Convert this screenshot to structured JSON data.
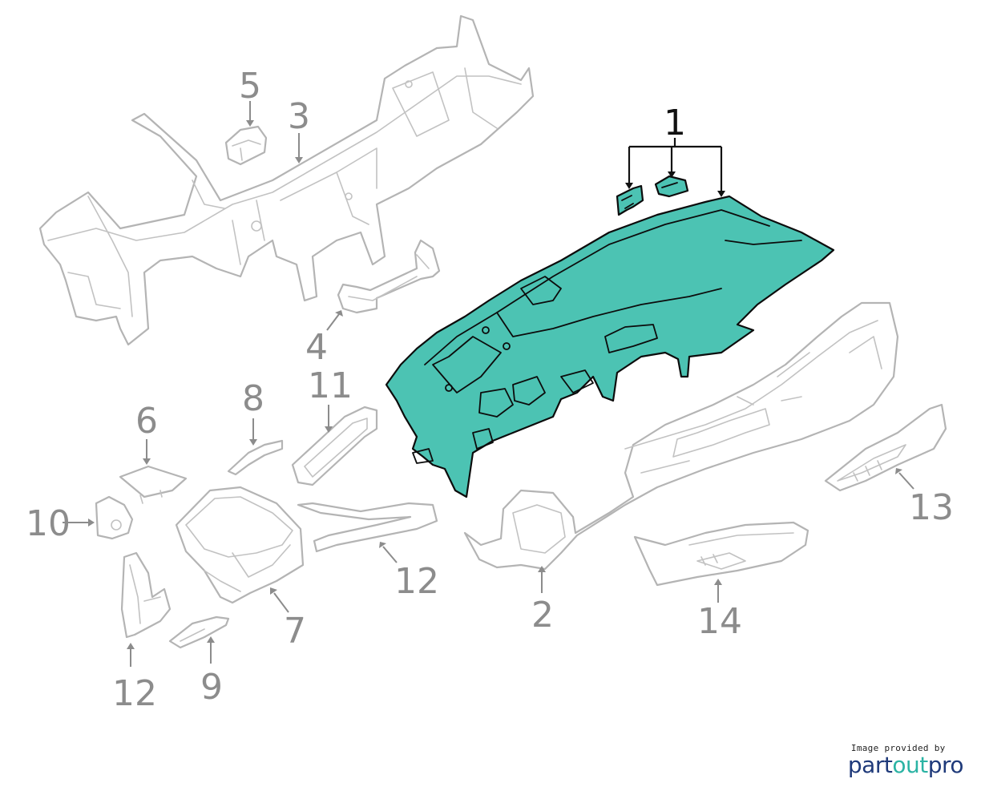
{
  "callouts": {
    "c1": "1",
    "c2": "2",
    "c3": "3",
    "c4": "4",
    "c5": "5",
    "c6": "6",
    "c7": "7",
    "c8": "8",
    "c9": "9",
    "c10": "10",
    "c11": "11",
    "c12a": "12",
    "c12b": "12",
    "c13": "13",
    "c14": "14"
  },
  "colors": {
    "highlight": "#4cc3b3",
    "outline": "#b4b4b4",
    "callout_text": "#8c8c8c"
  },
  "brand": {
    "caption": "Image provided by",
    "part": "part",
    "out": "out",
    "pro": "pro"
  }
}
